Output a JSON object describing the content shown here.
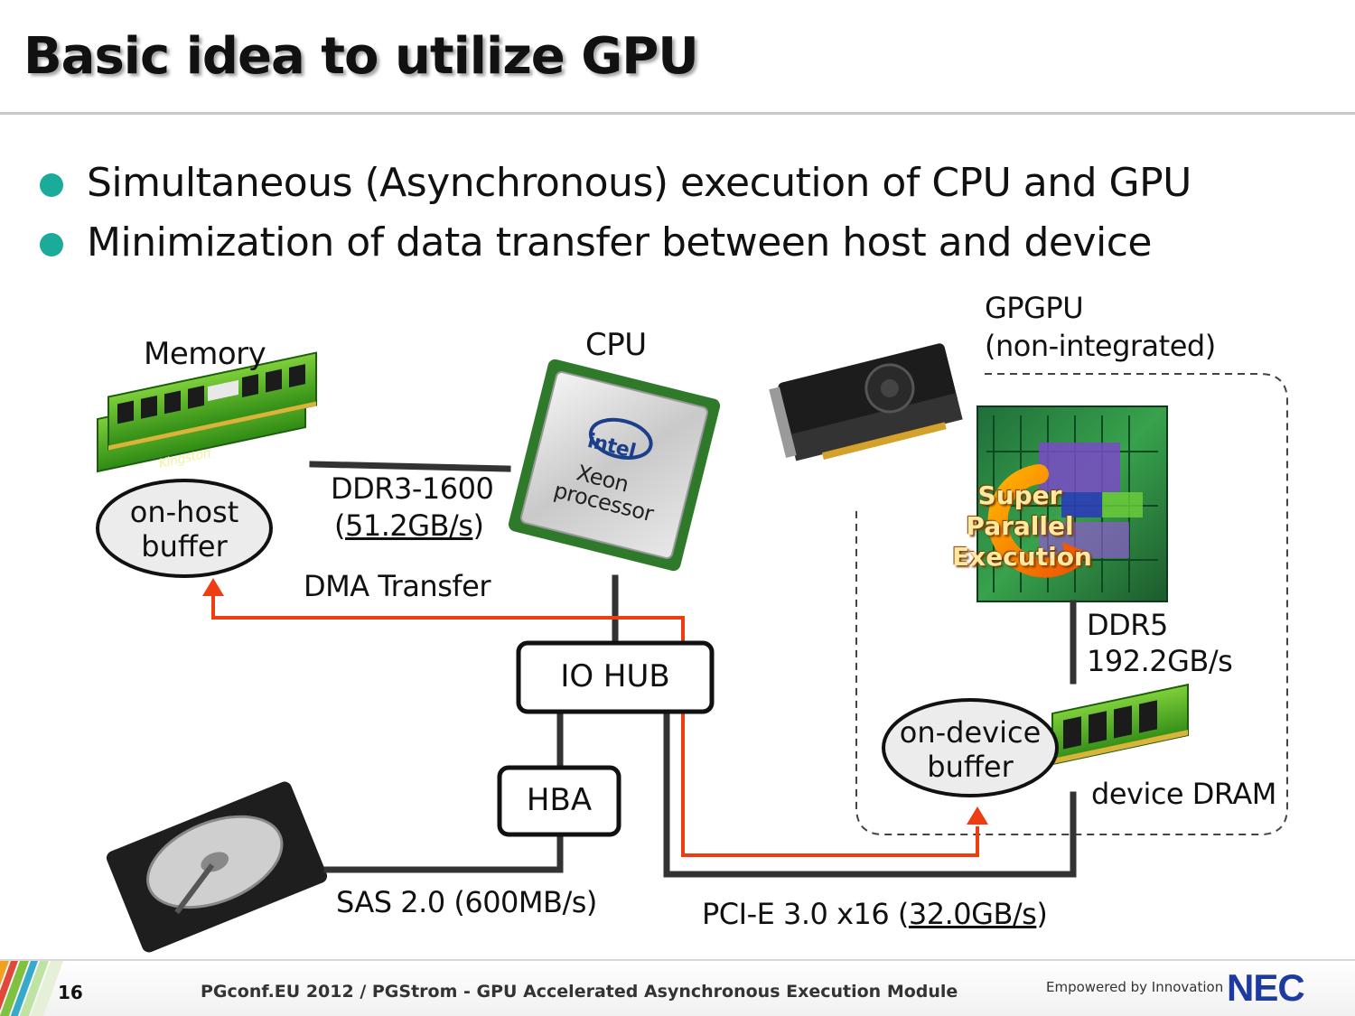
{
  "slide": {
    "title": "Basic idea to utilize GPU",
    "bullets": [
      "Simultaneous (Asynchronous) execution of CPU and GPU",
      "Minimization of data transfer between host and device"
    ]
  },
  "diagram": {
    "memory_label": "Memory",
    "memory_brand": "Kingston",
    "cpu_label": "CPU",
    "cpu_chip_brand": "intel",
    "cpu_chip_line1": "Xeon",
    "cpu_chip_line2": "processor",
    "gpgpu_label": "GPGPU",
    "gpgpu_sub": "(non-integrated)",
    "host_buffer_line1": "on-host",
    "host_buffer_line2": "buffer",
    "ddr3_line1": "DDR3-1600",
    "ddr3_line2_open": "(",
    "ddr3_line2_value": "51.2GB/s",
    "ddr3_line2_close": ")",
    "dma_label": "DMA Transfer",
    "io_hub": "IO HUB",
    "hba": "HBA",
    "sas_label": "SAS 2.0 (600MB/s)",
    "pcie_prefix": "PCI-E 3.0 x16 (",
    "pcie_value": "32.0GB/s",
    "pcie_suffix": ")",
    "ddr5_line1": "DDR5",
    "ddr5_line2": "192.2GB/s",
    "device_buffer_line1": "on-device",
    "device_buffer_line2": "buffer",
    "device_dram": "device DRAM",
    "super_line1": "Super",
    "super_line2": "Parallel",
    "super_line3": "Execution"
  },
  "footer": {
    "page_number": "16",
    "text": "PGconf.EU 2012 / PGStrom - GPU Accelerated Asynchronous Execution Module",
    "tagline": "Empowered by Innovation",
    "logo": "NEC"
  },
  "colors": {
    "bullet": "#1aab9b",
    "dma_arrow": "#ee3d10",
    "logo": "#1d3a9e",
    "bus": "#333333"
  }
}
